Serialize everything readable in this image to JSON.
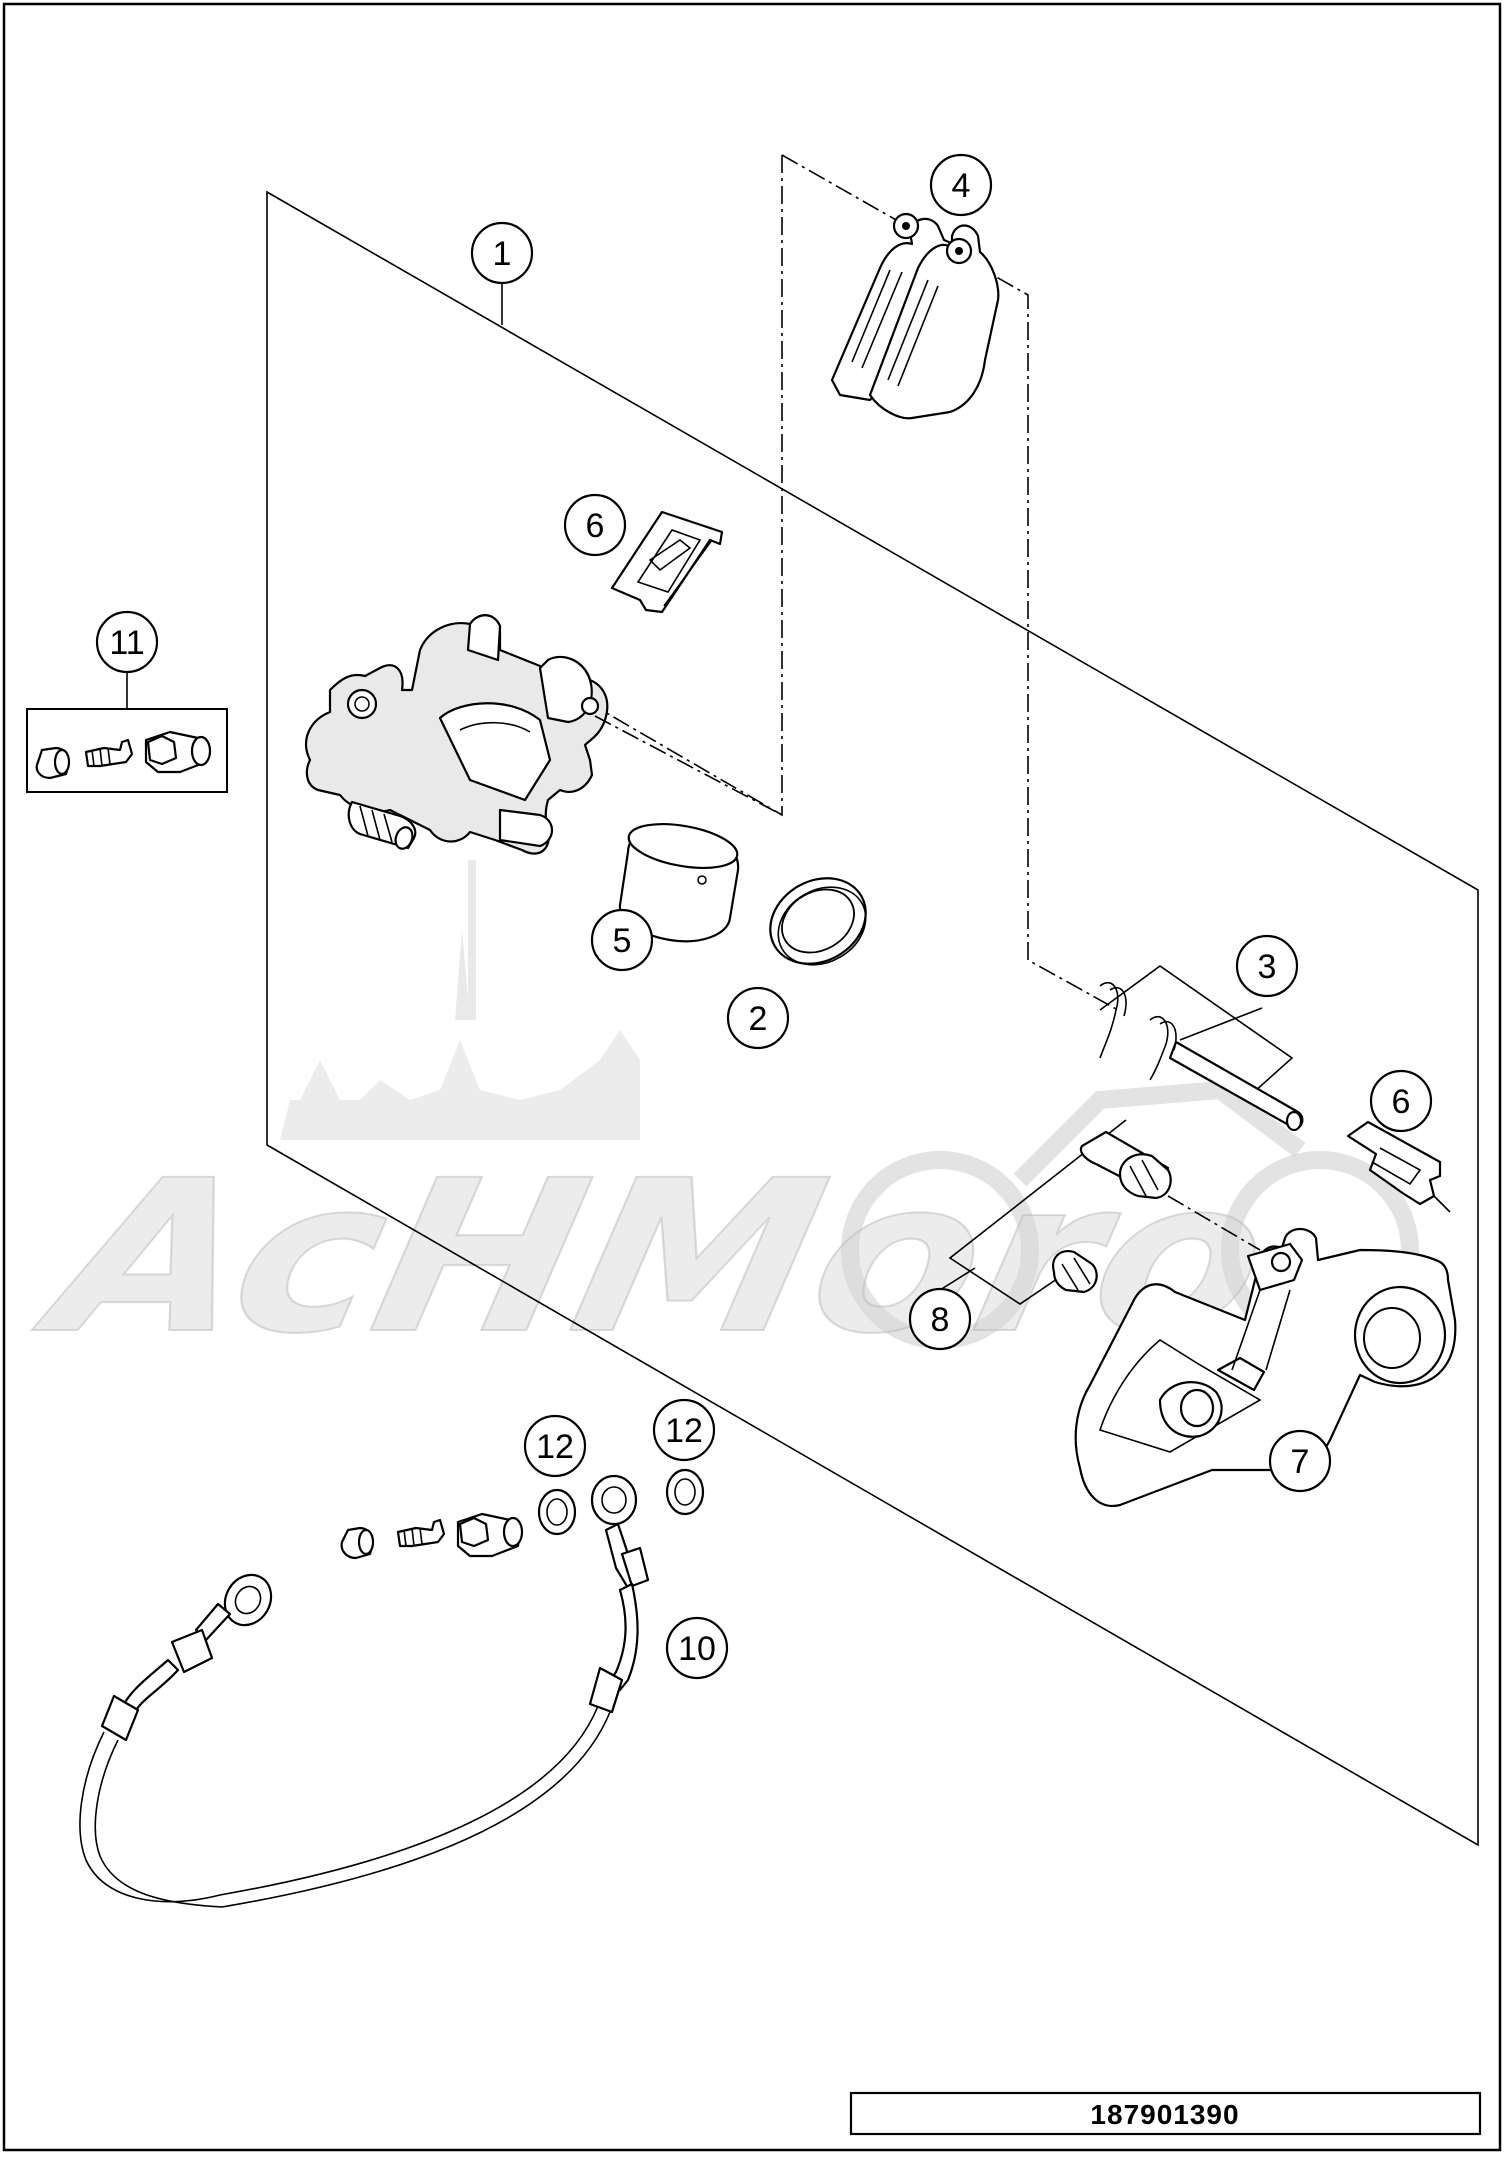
{
  "diagram": {
    "callouts": [
      {
        "id": "c1",
        "label": "1"
      },
      {
        "id": "c2",
        "label": "2"
      },
      {
        "id": "c3",
        "label": "3"
      },
      {
        "id": "c4",
        "label": "4"
      },
      {
        "id": "c5",
        "label": "5"
      },
      {
        "id": "c6a",
        "label": "6"
      },
      {
        "id": "c6b",
        "label": "6"
      },
      {
        "id": "c7",
        "label": "7"
      },
      {
        "id": "c8",
        "label": "8"
      },
      {
        "id": "c10",
        "label": "10"
      },
      {
        "id": "c11",
        "label": "11"
      },
      {
        "id": "c12a",
        "label": "12"
      },
      {
        "id": "c12b",
        "label": "12"
      }
    ],
    "document_number": "187901390",
    "watermark_text": "AcHMoro"
  },
  "colors": {
    "line": "#000000",
    "background": "#ffffff",
    "watermark": "#d4d4d4"
  }
}
